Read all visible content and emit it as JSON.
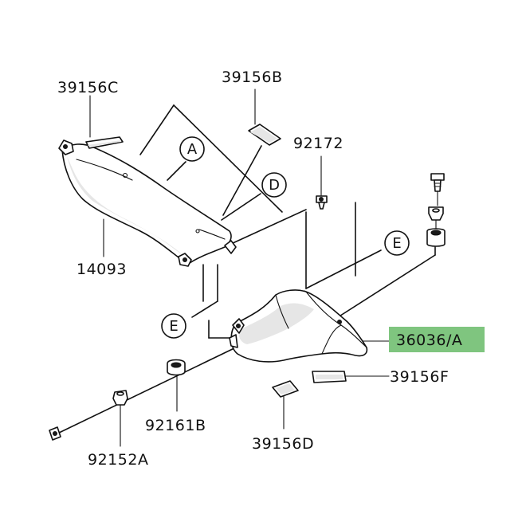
{
  "colors": {
    "line": "#111111",
    "highlight": "#7fc57f",
    "background": "#ffffff"
  },
  "parts": {
    "p39156C": "39156C",
    "p39156B": "39156B",
    "p92172": "92172",
    "p14093": "14093",
    "p36036A": "36036/A",
    "p39156F": "39156F",
    "p92161B": "92161B",
    "p39156D": "39156D",
    "p92152A": "92152A"
  },
  "callouts": {
    "a": "A",
    "d": "D",
    "e_upper": "E",
    "e_lower": "E"
  },
  "highlighted_part": "36036/A"
}
